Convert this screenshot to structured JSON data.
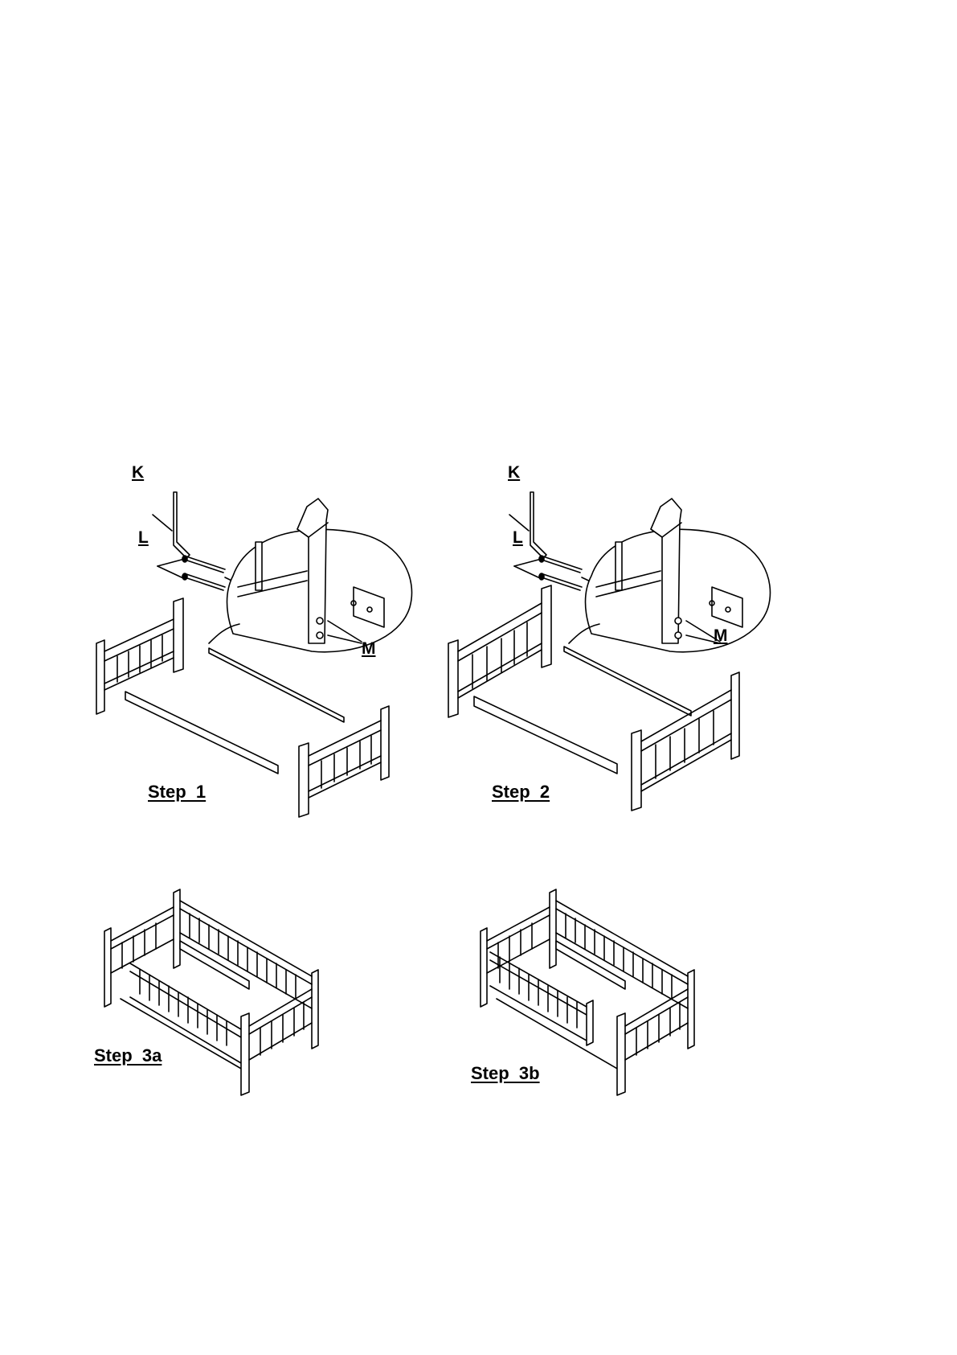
{
  "steps": [
    {
      "label": "Step  1"
    },
    {
      "label": "Step  2"
    },
    {
      "label": "Step  3a"
    },
    {
      "label": "Step  3b"
    }
  ],
  "callouts": {
    "k": "K",
    "l": "L",
    "m": "M"
  },
  "colors": {
    "line": "#000000",
    "background": "#ffffff"
  }
}
